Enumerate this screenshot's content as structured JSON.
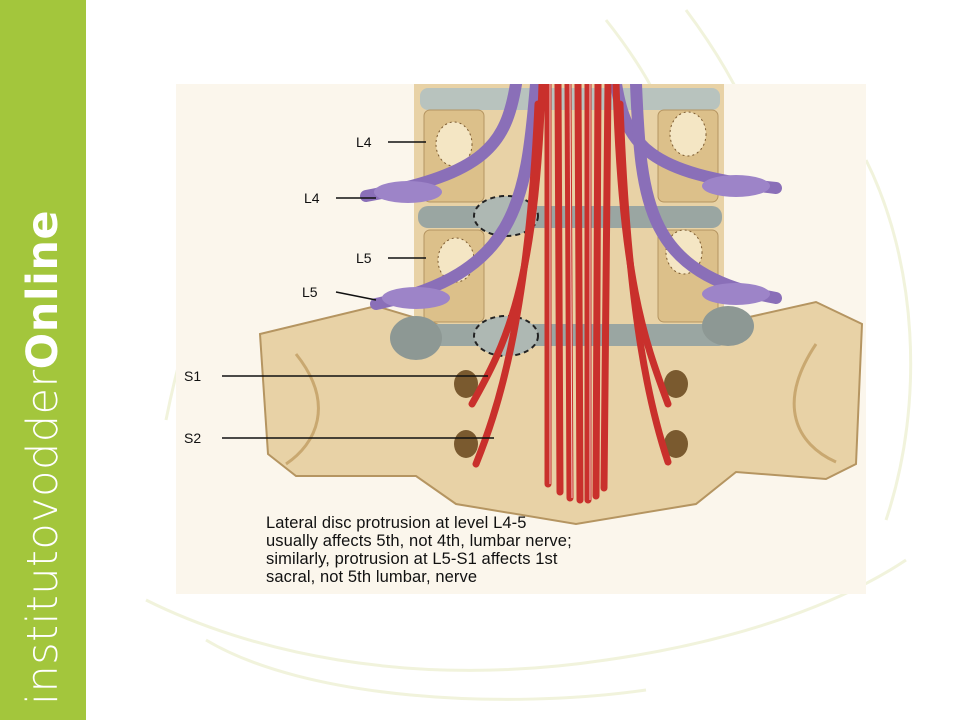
{
  "brand": {
    "prefix": "institutovodder",
    "suffix": "Online"
  },
  "colors": {
    "sidebar": "#a3c63c",
    "nerve_root": "#8a6fb8",
    "cauda_equina": "#c9302c",
    "bone": "#e8d2a6",
    "disc": "#9aa6a2"
  },
  "labels": {
    "l4_vertebra": "L4",
    "l4_nerve": "L4",
    "l5_vertebra": "L5",
    "l5_nerve": "L5",
    "s1": "S1",
    "s2": "S2"
  },
  "caption": {
    "line1": "Lateral disc protrusion at level L4-5",
    "line2": "usually affects 5th, not 4th, lumbar nerve;",
    "line3": "similarly, protrusion at L5-S1 affects 1st",
    "line4": "sacral, not 5th lumbar, nerve"
  }
}
